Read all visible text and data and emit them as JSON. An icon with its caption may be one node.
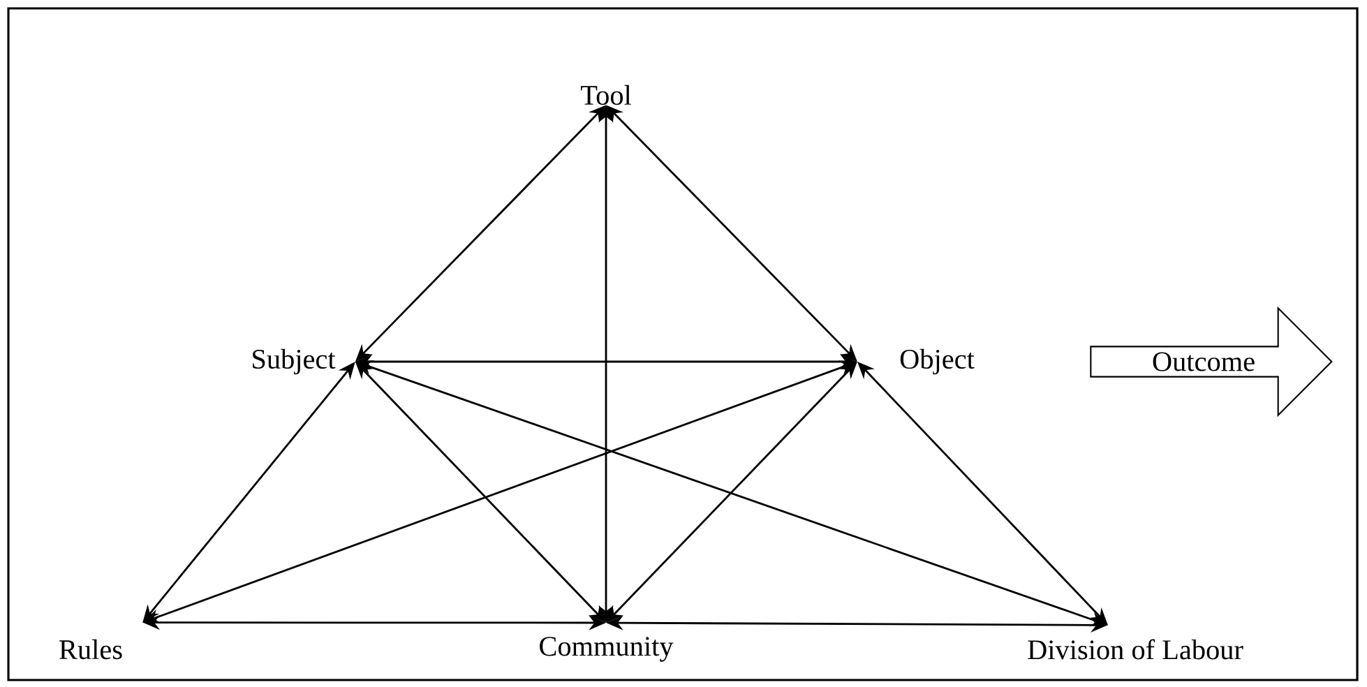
{
  "diagram": {
    "nodes": [
      {
        "text": [
          "Tool"
        ]
      },
      {
        "text": [
          "Subject"
        ]
      },
      {
        "text": [
          "Object"
        ]
      },
      {
        "text": [
          "Outcome"
        ]
      },
      {
        "text": [
          "Rules"
        ]
      },
      {
        "text": [
          "Community"
        ]
      },
      {
        "text": [
          "Division of Labour"
        ]
      }
    ],
    "edges": [
      {
        "from": 0,
        "to": 1,
        "arrow": "both"
      },
      {
        "from": 0,
        "to": 2,
        "arrow": "both"
      },
      {
        "from": 0,
        "to": 5,
        "arrow": "both"
      },
      {
        "from": 1,
        "to": 2,
        "arrow": "both"
      },
      {
        "from": 1,
        "to": 4,
        "arrow": "both"
      },
      {
        "from": 1,
        "to": 5,
        "arrow": "both"
      },
      {
        "from": 1,
        "to": 6,
        "arrow": "both"
      },
      {
        "from": 2,
        "to": 4,
        "arrow": "both"
      },
      {
        "from": 2,
        "to": 5,
        "arrow": "both"
      },
      {
        "from": 2,
        "to": 6,
        "arrow": "both"
      },
      {
        "from": 4,
        "to": 5,
        "arrow": "both"
      },
      {
        "from": 5,
        "to": 6,
        "arrow": "both"
      }
    ]
  }
}
